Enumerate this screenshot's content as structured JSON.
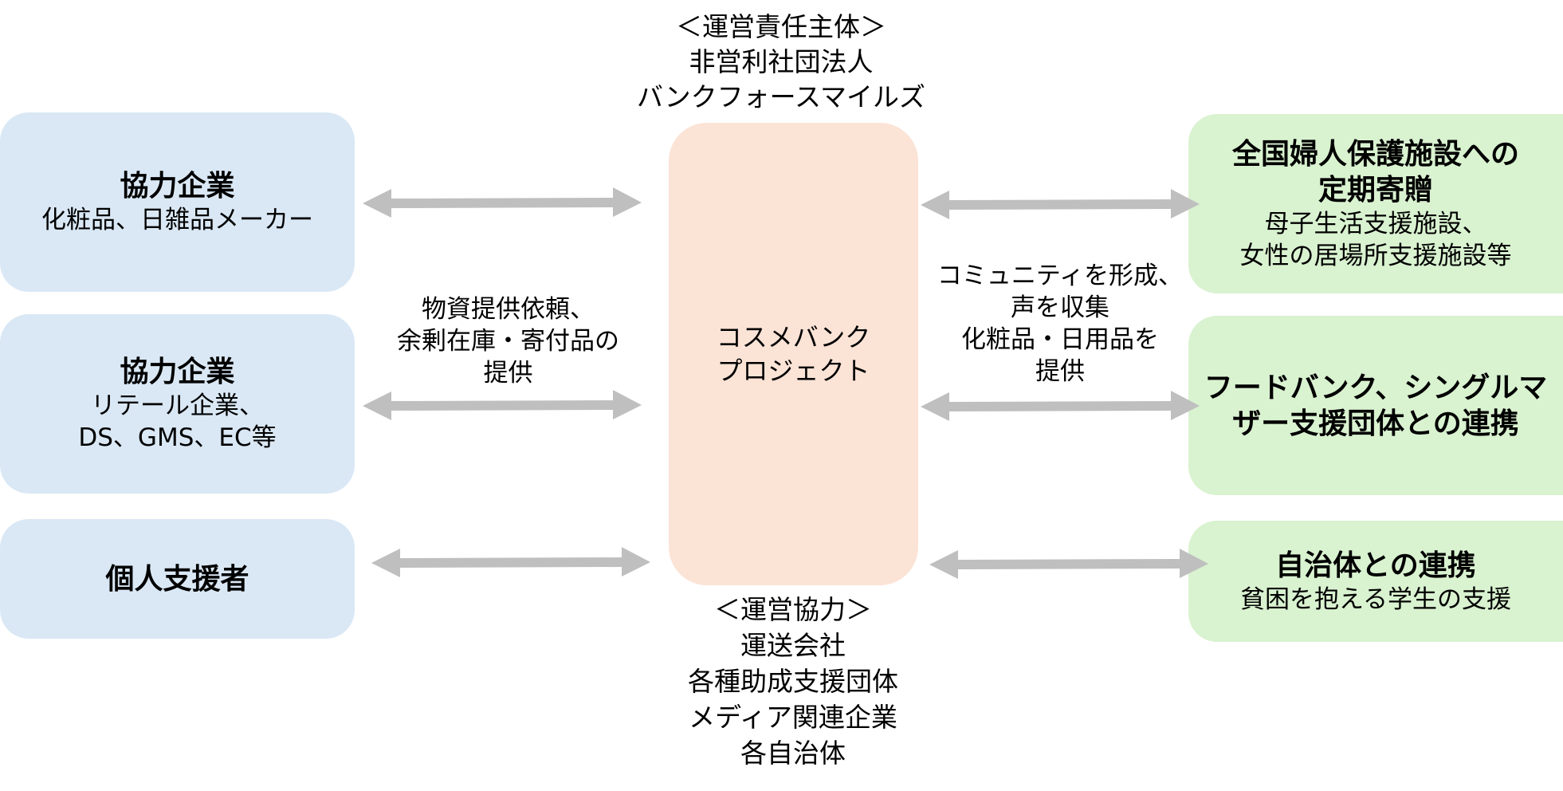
{
  "colors": {
    "supplier_box": "#dae8f5",
    "center_box": "#fbe3d6",
    "partner_box": "#d9f2d0",
    "arrow": "#bfbfbf"
  },
  "top_label": {
    "lines": [
      "＜運営責任主体＞",
      "非営利社団法人",
      "バンクフォースマイルズ"
    ]
  },
  "bottom_label": {
    "lines": [
      "＜運営協力＞",
      "運送会社",
      "各種助成支援団体",
      "メディア関連企業",
      "各自治体"
    ]
  },
  "center": {
    "lines": [
      "コスメバンク",
      "プロジェクト"
    ]
  },
  "left_boxes": [
    {
      "title": "協力企業",
      "sub": [
        "化粧品、日雑品メーカー"
      ]
    },
    {
      "title": "協力企業",
      "sub": [
        "リテール企業、",
        "DS、GMS、EC等"
      ]
    },
    {
      "title": "個人支援者",
      "sub": []
    }
  ],
  "right_boxes": [
    {
      "title": [
        "全国婦人保護施設への",
        "定期寄贈"
      ],
      "sub": [
        "母子生活支援施設、",
        "女性の居場所支援施設等"
      ]
    },
    {
      "title": [
        "フードバンク、シングルマ",
        "ザー支援団体との連携"
      ],
      "sub": []
    },
    {
      "title": [
        "自治体との連携"
      ],
      "sub": [
        "貧困を抱える学生の支援"
      ]
    }
  ],
  "left_flow_label": {
    "lines": [
      "物資提供依頼、",
      "余剰在庫・寄付品の",
      "提供"
    ]
  },
  "right_flow_label": {
    "lines": [
      "コミュニティを形成、",
      "声を収集",
      "化粧品・日用品を",
      "提供"
    ]
  }
}
